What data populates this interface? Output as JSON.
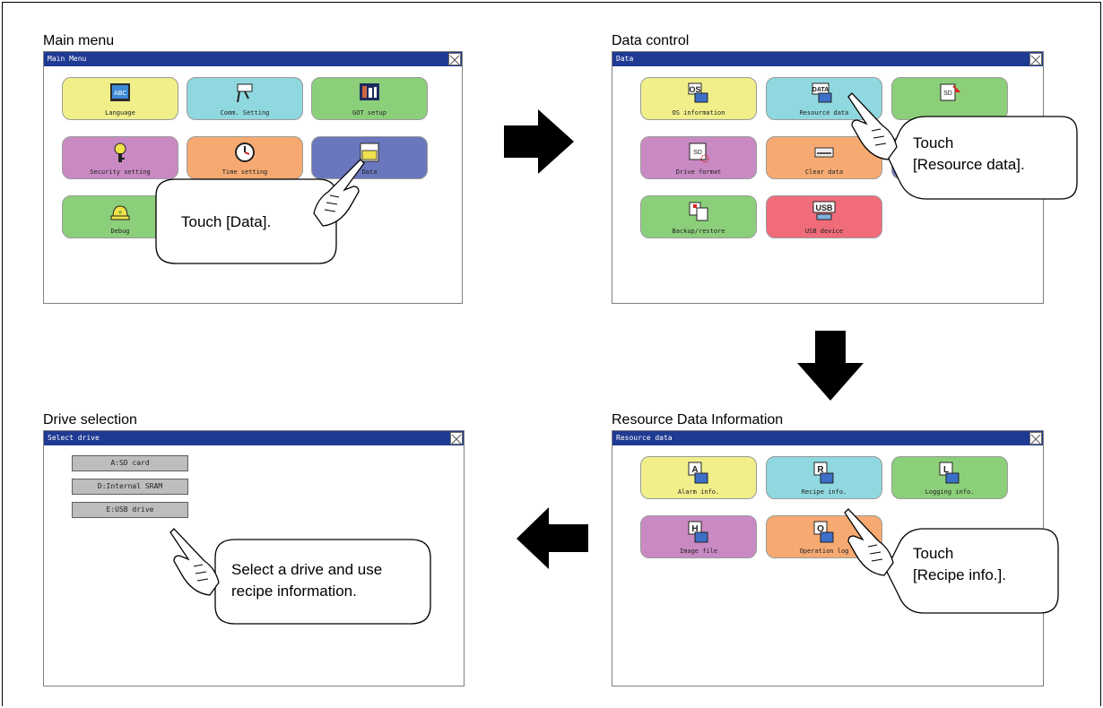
{
  "panels": {
    "main_menu": {
      "caption": "Main menu",
      "window_title": "Main Menu",
      "tiles": [
        {
          "label": "Language"
        },
        {
          "label": "Comm. Setting"
        },
        {
          "label": "GOT setup"
        },
        {
          "label": "Security setting"
        },
        {
          "label": "Time setting"
        },
        {
          "label": "Data"
        },
        {
          "label": "Debug"
        }
      ],
      "callout": "Touch [Data]."
    },
    "data_control": {
      "caption": "Data control",
      "window_title": "Data",
      "tiles": [
        {
          "label": "OS information"
        },
        {
          "label": "Resource data"
        },
        {
          "label": ""
        },
        {
          "label": "Drive format"
        },
        {
          "label": "Clear data"
        },
        {
          "label": "Backup/restore"
        },
        {
          "label": "USB device"
        }
      ],
      "callout": [
        "Touch",
        "[Resource data]."
      ]
    },
    "resource_data": {
      "caption": "Resource Data Information",
      "window_title": "Resource data",
      "tiles": [
        {
          "label": "Alarm info."
        },
        {
          "label": "Recipe info."
        },
        {
          "label": "Logging info."
        },
        {
          "label": "Image file"
        },
        {
          "label": "Operation log"
        }
      ],
      "callout": [
        "Touch",
        "[Recipe info.]."
      ]
    },
    "drive_selection": {
      "caption": "Drive selection",
      "window_title": "Select drive",
      "drives": [
        "A:SD card",
        "D:Internal SRAM",
        "E:USB drive"
      ],
      "callout": [
        "Select a drive and use",
        "recipe information."
      ]
    }
  },
  "icons": [
    "abc-icon",
    "plug-icon",
    "settings-icon",
    "key-icon",
    "clock-icon",
    "folder-icon",
    "hardhat-icon",
    "os-icon",
    "data-icon",
    "sd-import-icon",
    "sd-format-icon",
    "clear-icon",
    "backup-icon",
    "usb-icon",
    "alarm-doc-icon",
    "recipe-doc-icon",
    "logging-doc-icon",
    "image-doc-icon",
    "oplog-doc-icon",
    "hand-pointer-icon",
    "arrow-right-icon",
    "arrow-down-icon",
    "arrow-left-icon"
  ]
}
